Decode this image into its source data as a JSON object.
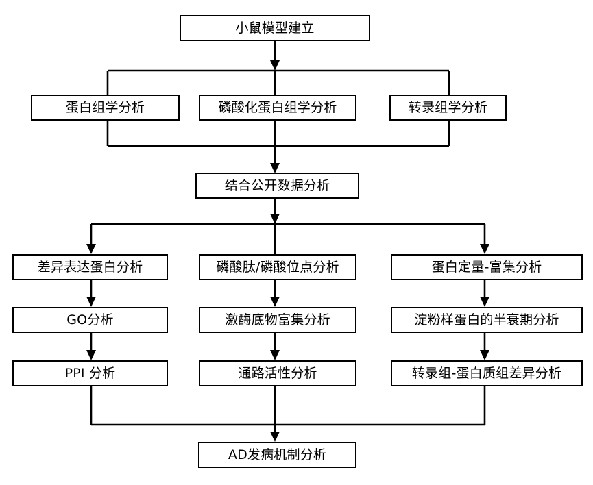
{
  "diagram": {
    "type": "flowchart",
    "title_text": "",
    "orientation": "top-to-bottom",
    "colors": {
      "background": "#ffffff",
      "box_border": "#000000",
      "box_fill": "#ffffff",
      "text": "#000000",
      "connector": "#000000"
    },
    "nodes": {
      "n1": {
        "label": "小鼠模型建立"
      },
      "n2a": {
        "label": "蛋白组学分析"
      },
      "n2b": {
        "label": "磷酸化蛋白组学分析"
      },
      "n2c": {
        "label": "转录组学分析"
      },
      "n3": {
        "label": "结合公开数据分析"
      },
      "n4a": {
        "label": "差异表达蛋白分析"
      },
      "n4b": {
        "label": "磷酸肽/磷酸位点分析"
      },
      "n4c": {
        "label": "蛋白定量-富集分析"
      },
      "n5a": {
        "label": "GO分析"
      },
      "n5b": {
        "label": "激酶底物富集分析"
      },
      "n5c": {
        "label": "淀粉样蛋白的半衰期分析"
      },
      "n6a": {
        "label": "PPI 分析"
      },
      "n6b": {
        "label": "通路活性分析"
      },
      "n6c": {
        "label": "转录组-蛋白质组差异分析"
      },
      "n7": {
        "label": "AD发病机制分析"
      }
    },
    "edges": [
      {
        "from": "n1",
        "to": "bus-1",
        "style": "arrow-down"
      },
      {
        "from": "bus-1",
        "to": "n2a",
        "style": "elbow-left"
      },
      {
        "from": "bus-1",
        "to": "n2b",
        "style": "straight"
      },
      {
        "from": "bus-1",
        "to": "n2c",
        "style": "elbow-right"
      },
      {
        "from": "n2a",
        "to": "bus-2",
        "style": "elbow-left"
      },
      {
        "from": "n2b",
        "to": "bus-2",
        "style": "straight"
      },
      {
        "from": "n2c",
        "to": "bus-2",
        "style": "elbow-right"
      },
      {
        "from": "bus-2",
        "to": "n3",
        "style": "arrow-down"
      },
      {
        "from": "n3",
        "to": "bus-3",
        "style": "arrow-down"
      },
      {
        "from": "bus-3",
        "to": "n4a",
        "style": "elbow-left-arrow"
      },
      {
        "from": "bus-3",
        "to": "n4b",
        "style": "straight"
      },
      {
        "from": "bus-3",
        "to": "n4c",
        "style": "elbow-right-arrow"
      },
      {
        "from": "n4a",
        "to": "n5a",
        "style": "arrow-down"
      },
      {
        "from": "n4b",
        "to": "n5b",
        "style": "arrow-down"
      },
      {
        "from": "n4c",
        "to": "n5c",
        "style": "arrow-down"
      },
      {
        "from": "n5a",
        "to": "n6a",
        "style": "arrow-down"
      },
      {
        "from": "n5b",
        "to": "n6b",
        "style": "arrow-down"
      },
      {
        "from": "n5c",
        "to": "n6c",
        "style": "arrow-down"
      },
      {
        "from": "n6a",
        "to": "bus-4",
        "style": "elbow-left"
      },
      {
        "from": "n6b",
        "to": "bus-4",
        "style": "straight"
      },
      {
        "from": "n6c",
        "to": "bus-4",
        "style": "elbow-right"
      },
      {
        "from": "bus-4",
        "to": "n7",
        "style": "arrow-down"
      }
    ]
  }
}
